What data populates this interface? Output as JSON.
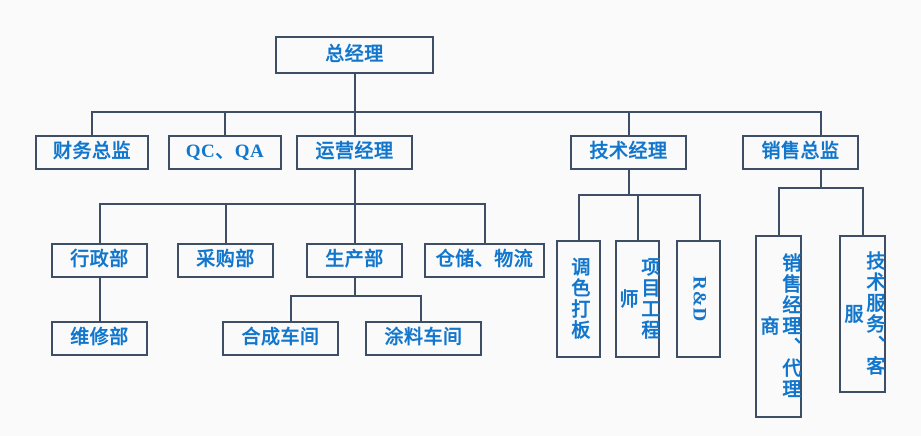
{
  "chart_data": {
    "type": "diagram",
    "title": "",
    "subtype": "organizational-chart",
    "orientation": "top-down",
    "colors": {
      "border": "#3e4e66",
      "text": "#1277cc",
      "background": "#fafafa",
      "connector": "#3e4e66"
    },
    "nodes": [
      {
        "id": "gm",
        "label": "总经理",
        "level": 0,
        "parent": null,
        "orientation": "horizontal"
      },
      {
        "id": "finance",
        "label": "财务总监",
        "level": 1,
        "parent": "gm",
        "orientation": "horizontal"
      },
      {
        "id": "qcqa",
        "label": "QC、QA",
        "level": 1,
        "parent": "gm",
        "orientation": "horizontal"
      },
      {
        "id": "ops",
        "label": "运营经理",
        "level": 1,
        "parent": "gm",
        "orientation": "horizontal"
      },
      {
        "id": "tech",
        "label": "技术经理",
        "level": 1,
        "parent": "gm",
        "orientation": "horizontal"
      },
      {
        "id": "sales",
        "label": "销售总监",
        "level": 1,
        "parent": "gm",
        "orientation": "horizontal"
      },
      {
        "id": "admin",
        "label": "行政部",
        "level": 2,
        "parent": "ops",
        "orientation": "horizontal"
      },
      {
        "id": "purchase",
        "label": "采购部",
        "level": 2,
        "parent": "ops",
        "orientation": "horizontal"
      },
      {
        "id": "product",
        "label": "生产部",
        "level": 2,
        "parent": "ops",
        "orientation": "horizontal"
      },
      {
        "id": "warehouse",
        "label": "仓储、物流",
        "level": 2,
        "parent": "ops",
        "orientation": "horizontal"
      },
      {
        "id": "color",
        "label": "调色打板",
        "level": 2,
        "parent": "tech",
        "orientation": "vertical"
      },
      {
        "id": "engineer",
        "label": "项目工程师",
        "level": 2,
        "parent": "tech",
        "orientation": "vertical"
      },
      {
        "id": "rnd",
        "label": "R&D",
        "level": 2,
        "parent": "tech",
        "orientation": "vertical-latin"
      },
      {
        "id": "salesmgr",
        "label": "销售经理、代理商",
        "level": 2,
        "parent": "sales",
        "orientation": "vertical"
      },
      {
        "id": "service",
        "label": "技术服务、客服",
        "level": 2,
        "parent": "sales",
        "orientation": "vertical"
      },
      {
        "id": "repair",
        "label": "维修部",
        "level": 3,
        "parent": "admin",
        "orientation": "horizontal"
      },
      {
        "id": "synth",
        "label": "合成车间",
        "level": 3,
        "parent": "product",
        "orientation": "horizontal"
      },
      {
        "id": "coating",
        "label": "涂料车间",
        "level": 3,
        "parent": "product",
        "orientation": "horizontal"
      }
    ],
    "edges": [
      {
        "from": "gm",
        "to": "finance"
      },
      {
        "from": "gm",
        "to": "qcqa"
      },
      {
        "from": "gm",
        "to": "ops"
      },
      {
        "from": "gm",
        "to": "tech"
      },
      {
        "from": "gm",
        "to": "sales"
      },
      {
        "from": "ops",
        "to": "admin"
      },
      {
        "from": "ops",
        "to": "purchase"
      },
      {
        "from": "ops",
        "to": "product"
      },
      {
        "from": "ops",
        "to": "warehouse"
      },
      {
        "from": "tech",
        "to": "color"
      },
      {
        "from": "tech",
        "to": "engineer"
      },
      {
        "from": "tech",
        "to": "rnd"
      },
      {
        "from": "sales",
        "to": "salesmgr"
      },
      {
        "from": "sales",
        "to": "service"
      },
      {
        "from": "admin",
        "to": "repair"
      },
      {
        "from": "product",
        "to": "synth"
      },
      {
        "from": "product",
        "to": "coating"
      }
    ]
  },
  "nodes": {
    "gm": "总经理",
    "finance": "财务总监",
    "qcqa": "QC、QA",
    "ops": "运营经理",
    "tech": "技术经理",
    "sales": "销售总监",
    "admin": "行政部",
    "purchase": "采购部",
    "product": "生产部",
    "warehouse": "仓储、物流",
    "color": "调色打板",
    "engineer": "项目工程师",
    "rnd": "R&D",
    "salesmgr": "销售经理、代理商",
    "service": "技术服务、客服",
    "repair": "维修部",
    "synth": "合成车间",
    "coating": "涂料车间"
  }
}
